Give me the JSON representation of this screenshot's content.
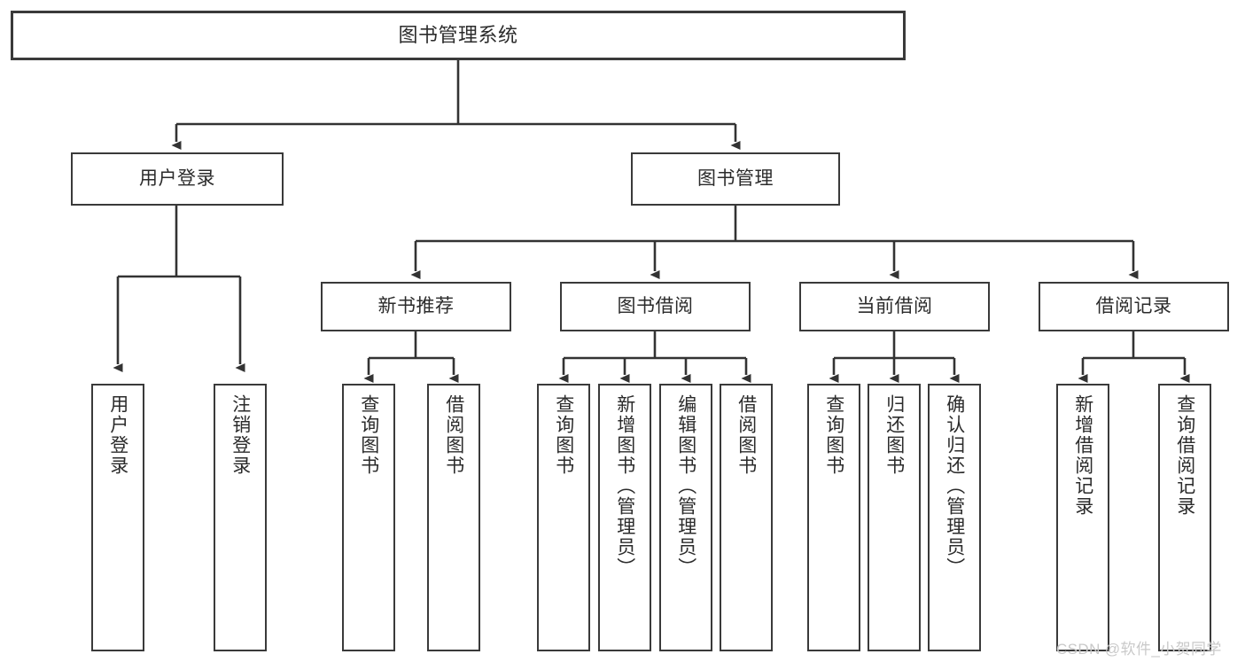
{
  "diagram": {
    "title": "图书管理系统",
    "type": "tree",
    "orientation": "top-down",
    "colors": {
      "box_border": "#3a3a3a",
      "box_fill": "#ffffff",
      "connector": "#333333",
      "text": "#2b2b2b",
      "watermark": "#c9c9c9"
    },
    "nodes": {
      "root": {
        "label": "图书管理系统",
        "level": 0
      },
      "level1": [
        {
          "id": "user-login",
          "label": "用户登录"
        },
        {
          "id": "book-manage",
          "label": "图书管理"
        }
      ],
      "level2": [
        {
          "id": "new-book-recommend",
          "label": "新书推荐",
          "parent": "book-manage"
        },
        {
          "id": "book-borrow",
          "label": "图书借阅",
          "parent": "book-manage"
        },
        {
          "id": "current-borrow",
          "label": "当前借阅",
          "parent": "book-manage"
        },
        {
          "id": "borrow-record",
          "label": "借阅记录",
          "parent": "book-manage"
        }
      ],
      "leaves": [
        {
          "id": "leaf-user-login",
          "label": "用户登录",
          "parent": "user-login"
        },
        {
          "id": "leaf-user-logout",
          "label": "注销登录",
          "parent": "user-login"
        },
        {
          "id": "leaf-query-book-1",
          "label": "查询图书",
          "parent": "new-book-recommend"
        },
        {
          "id": "leaf-borrow-book-1",
          "label": "借阅图书",
          "parent": "new-book-recommend"
        },
        {
          "id": "leaf-query-book-2",
          "label": "查询图书",
          "parent": "book-borrow"
        },
        {
          "id": "leaf-add-book",
          "label": "新增图书（管理员）",
          "parent": "book-borrow"
        },
        {
          "id": "leaf-edit-book",
          "label": "编辑图书（管理员）",
          "parent": "book-borrow"
        },
        {
          "id": "leaf-borrow-book-2",
          "label": "借阅图书",
          "parent": "book-borrow"
        },
        {
          "id": "leaf-query-book-3",
          "label": "查询图书",
          "parent": "current-borrow"
        },
        {
          "id": "leaf-return-book",
          "label": "归还图书",
          "parent": "current-borrow"
        },
        {
          "id": "leaf-confirm-return",
          "label": "确认归还（管理员）",
          "parent": "current-borrow"
        },
        {
          "id": "leaf-add-record",
          "label": "新增借阅记录",
          "parent": "borrow-record"
        },
        {
          "id": "leaf-query-record",
          "label": "查询借阅记录",
          "parent": "borrow-record"
        }
      ]
    }
  },
  "watermark": {
    "text": "CSDN @软件_小贺同学"
  }
}
